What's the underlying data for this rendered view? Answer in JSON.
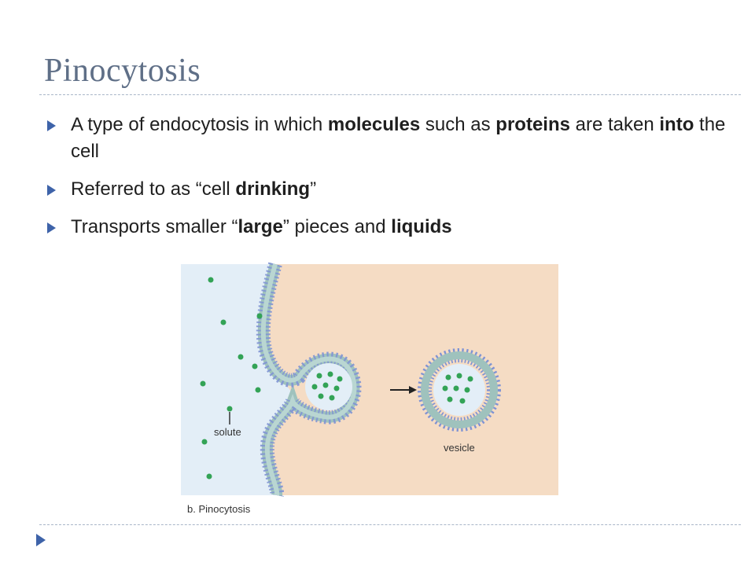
{
  "slide": {
    "title": "Pinocytosis",
    "bullets": [
      {
        "segments": [
          {
            "text": "A type of endocytosis in which "
          },
          {
            "text": "molecules",
            "bold": true
          },
          {
            "text": " such as "
          },
          {
            "text": "proteins",
            "bold": true
          },
          {
            "text": " are taken "
          },
          {
            "text": "into",
            "bold": true
          },
          {
            "text": " the cell"
          }
        ]
      },
      {
        "segments": [
          {
            "text": "Referred to as “cell "
          },
          {
            "text": "drinking",
            "bold": true
          },
          {
            "text": "”"
          }
        ]
      },
      {
        "segments": [
          {
            "text": "Transports smaller “"
          },
          {
            "text": "large",
            "bold": true
          },
          {
            "text": "” pieces and "
          },
          {
            "text": "liquids",
            "bold": true
          }
        ]
      }
    ]
  },
  "figure": {
    "solute_label": "solute",
    "vesicle_label": "vesicle",
    "caption": "b. Pinocytosis",
    "colors": {
      "extracellular": "#e3eef7",
      "cytoplasm": "#f5dcc4",
      "membrane_head": "#7f93d4",
      "membrane_tail": "#9fc2bd",
      "solute": "#33a356"
    }
  },
  "icons": {
    "bullet": "triangle-right-icon",
    "footer": "triangle-right-icon"
  }
}
